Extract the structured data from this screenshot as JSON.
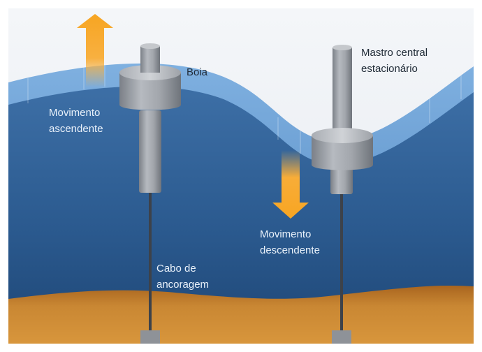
{
  "labels": {
    "buoy": "Boia",
    "mast_line1": "Mastro central",
    "mast_line2": "estacionário",
    "up_line1": "Movimento",
    "up_line2": "ascendente",
    "down_line1": "Movimento",
    "down_line2": "descendente",
    "cable_line1": "Cabo de",
    "cable_line2": "ancoragem"
  },
  "icons": {
    "up_arrow": "arrow-up-icon",
    "down_arrow": "arrow-down-icon"
  },
  "colors": {
    "sky": "#eef1f6",
    "wave_band": "#5b93cc",
    "deep_water": "#2a5a8e",
    "seabed": "#c07b2a",
    "arrow": "#f7a522",
    "device_gray": "#9a9ea4",
    "cable": "#4a4f57"
  }
}
